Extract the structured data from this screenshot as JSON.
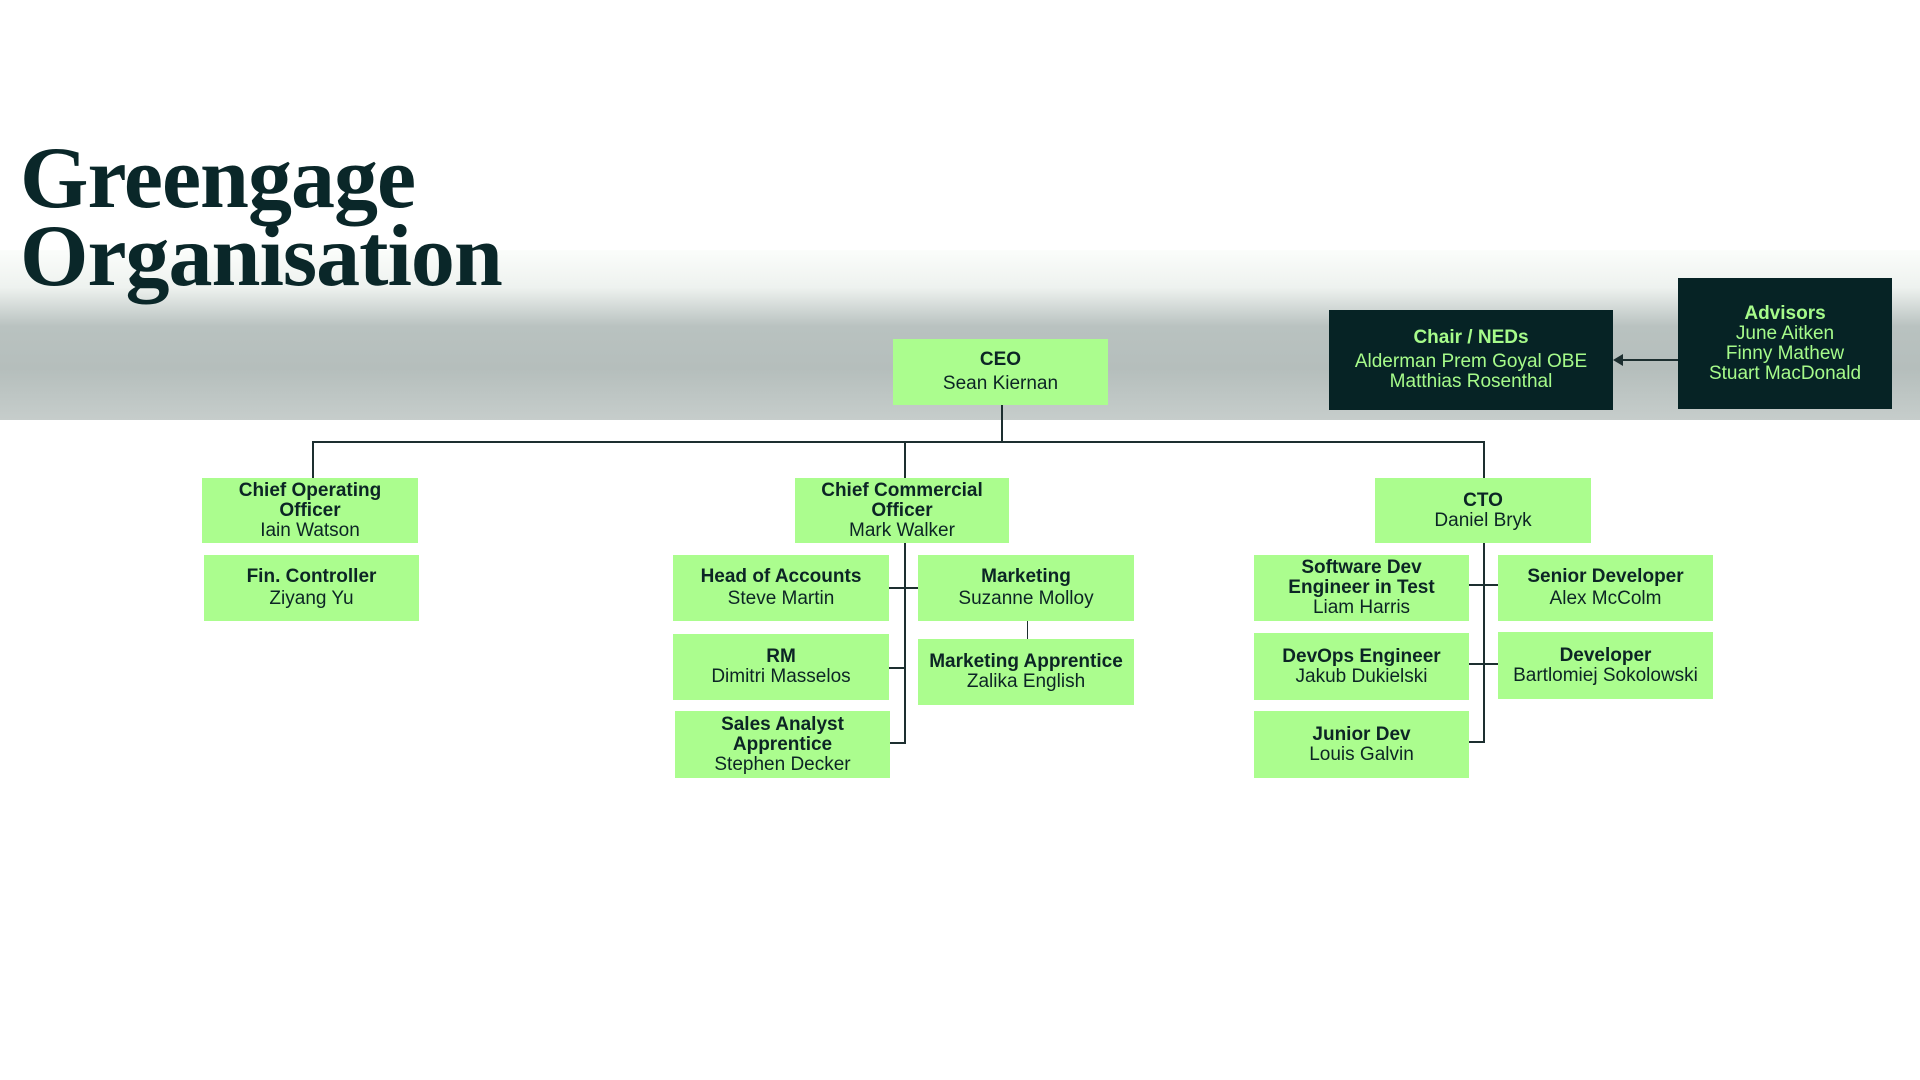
{
  "title": {
    "line1": "Greengage",
    "line2": "Organisation"
  },
  "colors": {
    "box": "#abfd8e",
    "dark": "#062325",
    "text_dark": "#a6fb8a"
  },
  "nodes": {
    "ceo": {
      "role": "CEO",
      "name": "Sean Kiernan"
    },
    "chair": {
      "role": "Chair / NEDs",
      "names": [
        "Alderman Prem Goyal OBE",
        "Matthias Rosenthal"
      ]
    },
    "advisors": {
      "role": "Advisors",
      "names": [
        "June Aitken",
        "Finny Mathew",
        "Stuart MacDonald"
      ]
    },
    "coo": {
      "role": "Chief Operating Officer",
      "name": "Iain Watson"
    },
    "fin": {
      "role": "Fin. Controller",
      "name": "Ziyang Yu"
    },
    "cco": {
      "role": "Chief Commercial Officer",
      "name": "Mark Walker"
    },
    "hoa": {
      "role": "Head of Accounts",
      "name": "Steve Martin"
    },
    "marketing": {
      "role": "Marketing",
      "name": "Suzanne Molloy"
    },
    "rm": {
      "role": "RM",
      "name": "Dimitri Masselos"
    },
    "mkt_app": {
      "role": "Marketing Apprentice",
      "name": "Zalika English"
    },
    "sales": {
      "role": "Sales Analyst Apprentice",
      "name": "Stephen Decker"
    },
    "cto": {
      "role": "CTO",
      "name": "Daniel Bryk"
    },
    "sdet": {
      "role": "Software Dev Engineer in Test",
      "name": "Liam Harris"
    },
    "senior": {
      "role": "Senior Developer",
      "name": "Alex McColm"
    },
    "devops": {
      "role": "DevOps Engineer",
      "name": "Jakub Dukielski"
    },
    "dev": {
      "role": "Developer",
      "name": "Bartlomiej Sokolowski"
    },
    "junior": {
      "role": "Junior Dev",
      "name": "Louis Galvin"
    }
  }
}
